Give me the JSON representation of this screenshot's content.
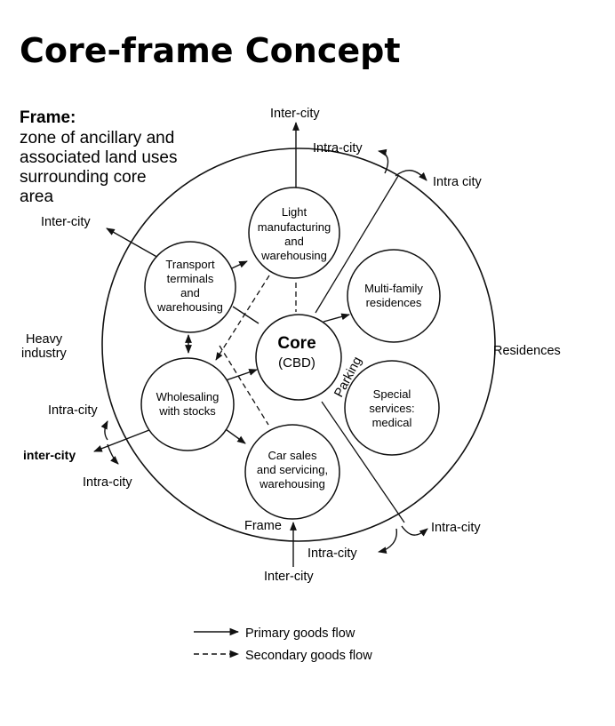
{
  "title": "Core-frame Concept",
  "frame_description": {
    "heading": "Frame:",
    "lines": [
      "zone of ancillary and",
      "associated land uses",
      "surrounding core",
      "area"
    ]
  },
  "core": {
    "name": "Core",
    "sub": "(CBD)"
  },
  "nodes": {
    "light_manufacturing": [
      "Light",
      "manufacturing",
      "and",
      "warehousing"
    ],
    "transport_terminals": [
      "Transport",
      "terminals",
      "and",
      "warehousing"
    ],
    "wholesaling": [
      "Wholesaling",
      "with stocks"
    ],
    "car_sales": [
      "Car sales",
      "and servicing,",
      "warehousing"
    ],
    "multi_family": [
      "Multi-family",
      "residences"
    ],
    "special_services": [
      "Special",
      "services:",
      "medical"
    ]
  },
  "outer_labels": {
    "inter_city_top": "Inter-city",
    "intra_city_top": "Intra-city",
    "intra_city_top_right": "Intra city",
    "inter_city_left": "Inter-city",
    "heavy_industry": [
      "Heavy",
      "industry"
    ],
    "residences": "Residences",
    "parking": "Parking",
    "intra_city_left_upper": "Intra-city",
    "inter_city_left_bold": "inter-city",
    "intra_city_left_lower": "Intra-city",
    "frame": "Frame",
    "intra_city_bottom": "Intra-city",
    "inter_city_bottom": "Inter-city",
    "intra_city_bottom_right": "Intra-city"
  },
  "legend": [
    {
      "label": "Primary goods flow",
      "style": "solid"
    },
    {
      "label": "Secondary goods flow",
      "style": "dashed"
    }
  ]
}
